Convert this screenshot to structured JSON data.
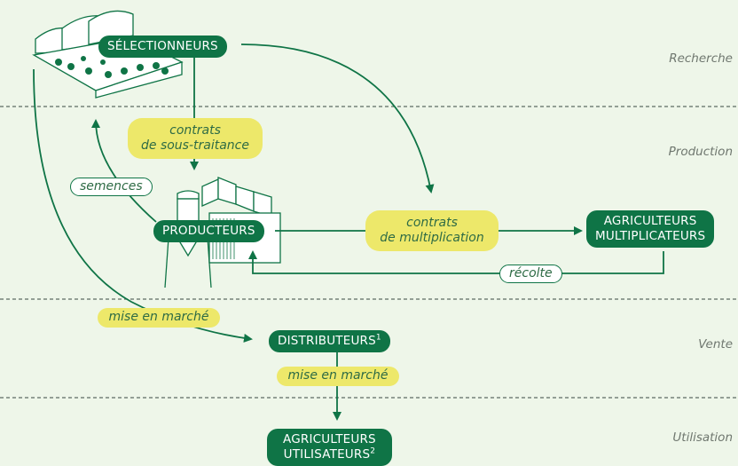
{
  "nodes": {
    "selectionneurs": "SÉLECTIONNEURS",
    "producteurs": "PRODUCTEURS",
    "agriculteurs_multiplicateurs": [
      "AGRICULTEURS",
      "MULTIPLICATEURS"
    ],
    "distributeurs": "DISTRIBUTEURS",
    "distributeurs_note": "1",
    "agriculteurs_utilisateurs": [
      "AGRICULTEURS",
      "UTILISATEURS"
    ],
    "agriculteurs_utilisateurs_note": "2"
  },
  "labels": {
    "contrats_sous_traitance": [
      "contrats",
      "de sous-traitance"
    ],
    "contrats_multiplication": [
      "contrats",
      "de multiplication"
    ],
    "semences": "semences",
    "recolte": "récolte",
    "mise_en_marche_1": "mise en marché",
    "mise_en_marche_2": "mise en marché"
  },
  "zones": [
    "Recherche",
    "Production",
    "Vente",
    "Utilisation"
  ],
  "colors": {
    "background": "#eef6e9",
    "node": "#0f7446",
    "highlight": "#ede86a",
    "label_text": "#2e6b45",
    "zone_text": "#6f776f",
    "divider": "#5d6b63"
  },
  "icons": [
    "greenhouse-icon",
    "seed-factory-icon"
  ]
}
